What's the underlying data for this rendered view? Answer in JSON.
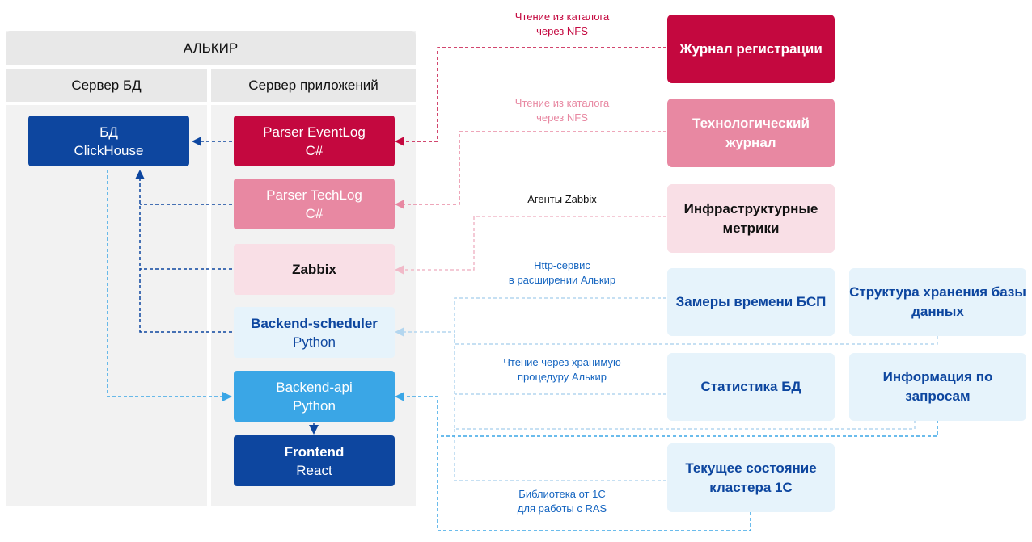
{
  "title": "АЛЬКИР",
  "columns": {
    "db_server": "Сервер БД",
    "app_server": "Сервер приложений"
  },
  "db": {
    "line1": "БД",
    "line2": "ClickHouse"
  },
  "components": {
    "parser_eventlog": {
      "line1": "Parser EventLog",
      "line2": "C#"
    },
    "parser_techlog": {
      "line1": "Parser TechLog",
      "line2": "C#"
    },
    "zabbix": {
      "line1": "Zabbix"
    },
    "backend_scheduler": {
      "line1": "Backend-scheduler",
      "line2": "Python"
    },
    "backend_api": {
      "line1": "Backend-api",
      "line2": "Python"
    },
    "frontend": {
      "line1": "Frontend",
      "line2": "React"
    }
  },
  "sources": {
    "registration_log": "Журнал регистрации",
    "tech_log": "Технологический журнал",
    "infra_metrics": "Инфраструктурные метрики",
    "bsp_timing": "Замеры времени БСП",
    "db_structure": "Структура хранения базы данных",
    "db_stats": "Статистика БД",
    "query_info": "Информация по запросам",
    "cluster_state": "Текущее состояние кластера 1С"
  },
  "labels": {
    "nfs_1_line1": "Чтение из каталога",
    "nfs_1_line2": "через NFS",
    "nfs_2_line1": "Чтение из каталога",
    "nfs_2_line2": "через NFS",
    "zabbix_agents": "Агенты Zabbix",
    "http_line1": "Http-сервис",
    "http_line2": "в расширении Алькир",
    "proc_line1": "Чтение через хранимую",
    "proc_line2": "процедуру Алькир",
    "ras_line1": "Библиотека от 1С",
    "ras_line2": "для работы с RAS"
  },
  "colors": {
    "crimson": "#c4083f",
    "pink": "#e888a2",
    "light_pink": "#f9dfe6",
    "pale_blue": "#e6f3fb",
    "sky": "#3aa6e6",
    "navy": "#0d469f",
    "label_blue": "#1565c0"
  }
}
